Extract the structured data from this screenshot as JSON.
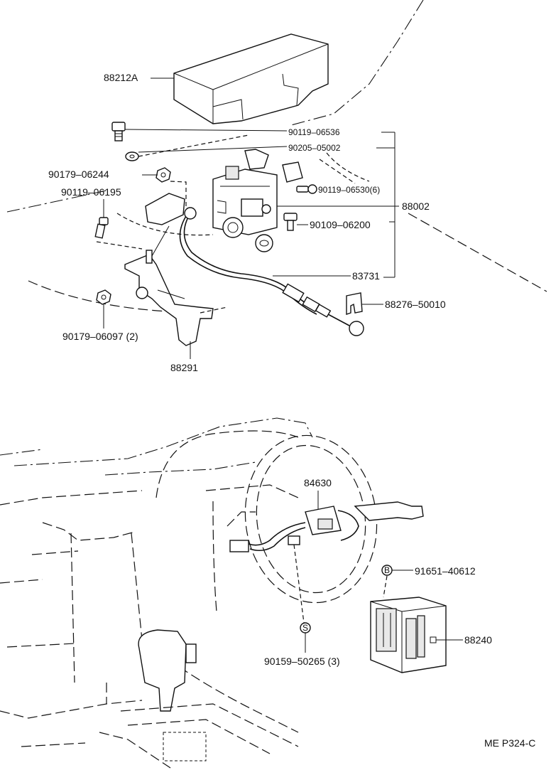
{
  "parts": {
    "p_88212A": "88212A",
    "p_90119_06536": "90119–06536",
    "p_90205_05002": "90205–05002",
    "p_90179_06244": "90179–06244",
    "p_90119_06195": "90119–06195",
    "p_90119_06530": "90119–06530(6)",
    "p_88002": "88002",
    "p_90109_06200": "90109–06200",
    "p_83731": "83731",
    "p_88276_50010": "88276–50010",
    "p_90179_06097": "90179–06097 (2)",
    "p_88291": "88291",
    "p_84630": "84630",
    "p_91651_40612": "91651–40612",
    "p_88240": "88240",
    "p_90159_50265": "90159–50265 (3)"
  },
  "markers": {
    "bolt_marker": "B",
    "screw_marker": "S"
  },
  "reference": "ME P324-C"
}
